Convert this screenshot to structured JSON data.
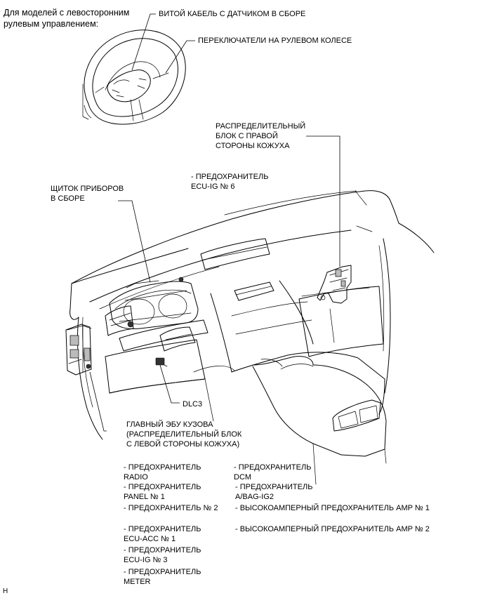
{
  "header": {
    "lhd_note": "Для моделей с левосторонним\nрулевым управлением:"
  },
  "callouts": {
    "spiral_cable": "ВИТОЙ КАБЕЛЬ С ДАТЧИКОМ В СБОРЕ",
    "steering_switches": "ПЕРЕКЛЮЧАТЕЛИ НА РУЛЕВОМ КОЛЕСЕ",
    "right_junction_block": "РАСПРЕДЕЛИТЕЛЬНЫЙ\nБЛОК С ПРАВОЙ\nСТОРОНЫ КОЖУХА",
    "right_fuse": "- ПРЕДОХРАНИТЕЛЬ\nECU-IG № 6",
    "meter": "ЩИТОК ПРИБОРОВ\nВ СБОРЕ",
    "dlc3": "DLC3",
    "main_body_ecu": "ГЛАВНЫЙ ЭБУ КУЗОВА\n(РАСПРЕДЕЛИТЕЛЬНЫЙ БЛОК\nС ЛЕВОЙ СТОРОНЫ КОЖУХА)"
  },
  "fuses_left": [
    "- ПРЕДОХРАНИТЕЛЬ\nRADIO",
    "- ПРЕДОХРАНИТЕЛЬ\nPANEL № 1",
    "- ПРЕДОХРАНИТЕЛЬ № 2",
    "- ПРЕДОХРАНИТЕЛЬ\nECU-ACC № 1",
    "- ПРЕДОХРАНИТЕЛЬ\nECU-IG № 3",
    "- ПРЕДОХРАНИТЕЛЬ\nMETER"
  ],
  "fuses_right": [
    "- ПРЕДОХРАНИТЕЛЬ\nDCM",
    "- ПРЕДОХРАНИТЕЛЬ\nA/BAG-IG2",
    "- ВЫСОКОАМПЕРНЫЙ ПРЕДОХРАНИТЕЛЬ AMP № 1",
    "- ВЫСОКОАМПЕРНЫЙ ПРЕДОХРАНИТЕЛЬ AMP № 2"
  ],
  "footer": {
    "code": "H"
  }
}
